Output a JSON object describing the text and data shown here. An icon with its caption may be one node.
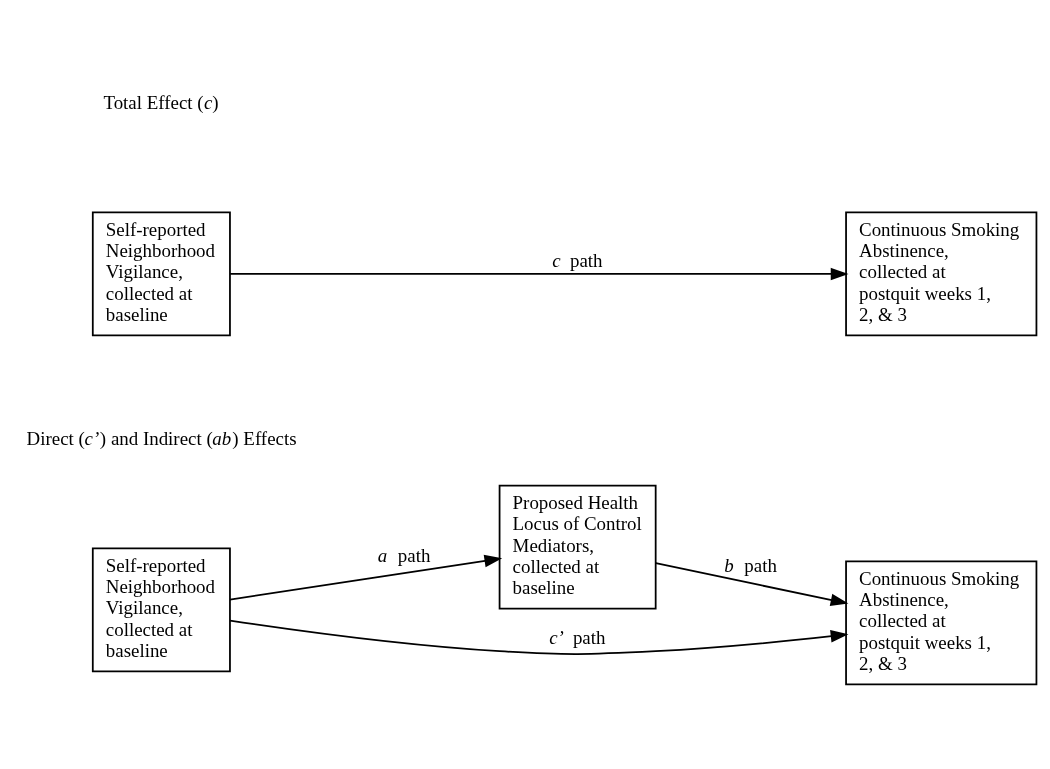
{
  "diagram": {
    "nodes": [
      {
        "text": [
          "Self-reported Neighborhood Vigilance, collected at baseline"
        ]
      },
      {
        "text": [
          "Continuous Smoking Abstinence, collected at postquit weeks 1, 2, & 3"
        ]
      },
      {
        "text": [
          "Proposed Health Locus of Control Mediators, collected at baseline"
        ]
      },
      {
        "text": [
          "Self-reported Neighborhood Vigilance, collected at baseline"
        ]
      },
      {
        "text": [
          "Continuous Smoking Abstinence, collected at postquit weeks 1, 2, & 3"
        ]
      }
    ],
    "edges": [
      {
        "from": 0,
        "to": 1,
        "arrow": "to",
        "label": "*c* path"
      },
      {
        "from": 3,
        "to": 2,
        "arrow": "to",
        "label": "*a* path"
      },
      {
        "from": 2,
        "to": 4,
        "arrow": "to",
        "label": "*b* path"
      },
      {
        "from": 3,
        "to": 4,
        "arrow": "to",
        "label": "*c’* path"
      }
    ],
    "labels": [
      "Total Effect (*c*)",
      "Direct (*c’*) and Indirect (*ab*) Effects"
    ]
  }
}
